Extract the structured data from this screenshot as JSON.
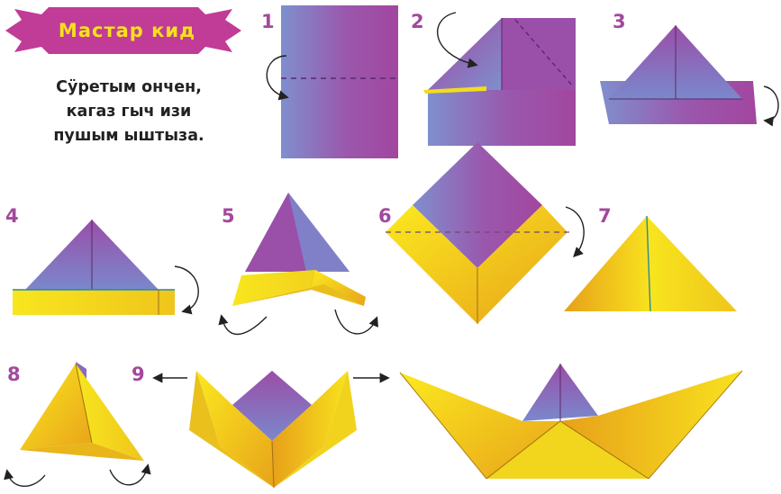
{
  "header": {
    "title": "Мастар кид",
    "banner_color": "#c03c97",
    "title_color": "#f7e11d"
  },
  "intro": {
    "lines": [
      "Сӱретым ончен,",
      "кагаз гыч изи",
      "пушым ыштыза."
    ]
  },
  "steps": [
    {
      "number": "1"
    },
    {
      "number": "2"
    },
    {
      "number": "3"
    },
    {
      "number": "4"
    },
    {
      "number": "5"
    },
    {
      "number": "6"
    },
    {
      "number": "7"
    },
    {
      "number": "8"
    },
    {
      "number": "9"
    }
  ],
  "colors": {
    "paper_purple": "#9b4fa6",
    "paper_blue": "#7f8fce",
    "paper_yellow": "#f3dc1d",
    "paper_orange": "#e6a11a",
    "step_number": "#a3489c",
    "arrow": "#222222"
  }
}
